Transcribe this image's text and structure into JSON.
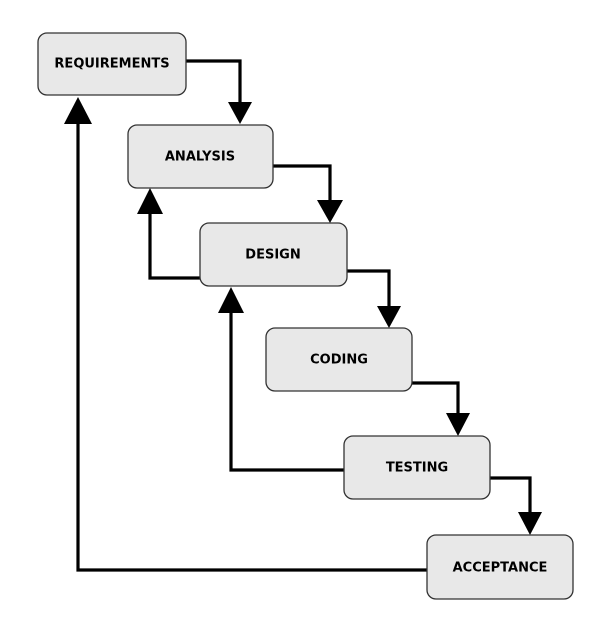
{
  "stages": [
    {
      "id": "requirements",
      "label": "REQUIREMENTS"
    },
    {
      "id": "analysis",
      "label": "ANALYSIS"
    },
    {
      "id": "design",
      "label": "DESIGN"
    },
    {
      "id": "coding",
      "label": "CODING"
    },
    {
      "id": "testing",
      "label": "TESTING"
    },
    {
      "id": "acceptance",
      "label": "ACCEPTANCE"
    }
  ],
  "forward_flow": [
    {
      "from": "requirements",
      "to": "analysis"
    },
    {
      "from": "analysis",
      "to": "design"
    },
    {
      "from": "design",
      "to": "coding"
    },
    {
      "from": "coding",
      "to": "testing"
    },
    {
      "from": "testing",
      "to": "acceptance"
    }
  ],
  "feedback_flow": [
    {
      "from": "design",
      "to": "analysis"
    },
    {
      "from": "testing",
      "to": "design"
    },
    {
      "from": "acceptance",
      "to": "requirements"
    }
  ]
}
